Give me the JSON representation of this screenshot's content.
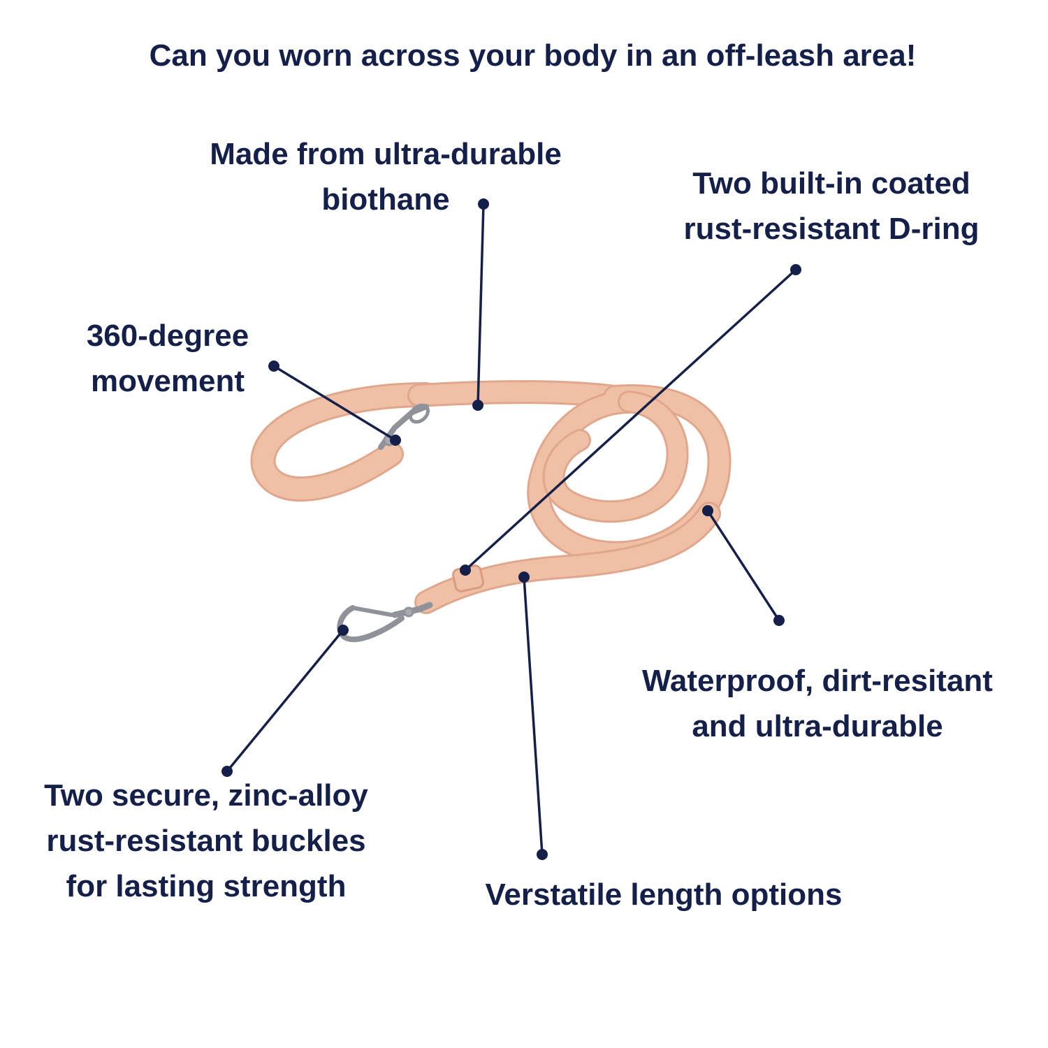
{
  "title": "Can you worn across your body in an off-leash area!",
  "callouts": {
    "biothane": {
      "line1": "Made from ultra-durable",
      "line2": "biothane"
    },
    "d_ring": {
      "line1": "Two built-in coated",
      "line2": "rust-resistant D-ring"
    },
    "movement": {
      "line1": "360-degree",
      "line2": "movement"
    },
    "waterproof": {
      "line1": "Waterproof, dirt-resitant",
      "line2": "and ultra-durable"
    },
    "buckles": {
      "line1": "Two secure, zinc-alloy",
      "line2": "rust-resistant buckles",
      "line3": "for lasting strength"
    },
    "length": {
      "line1": "Verstatile length options"
    }
  },
  "colors": {
    "text": "#15204a",
    "leash": "#efc0a6",
    "leash_edge": "#e0a78c",
    "metal": "#a7aab0"
  }
}
